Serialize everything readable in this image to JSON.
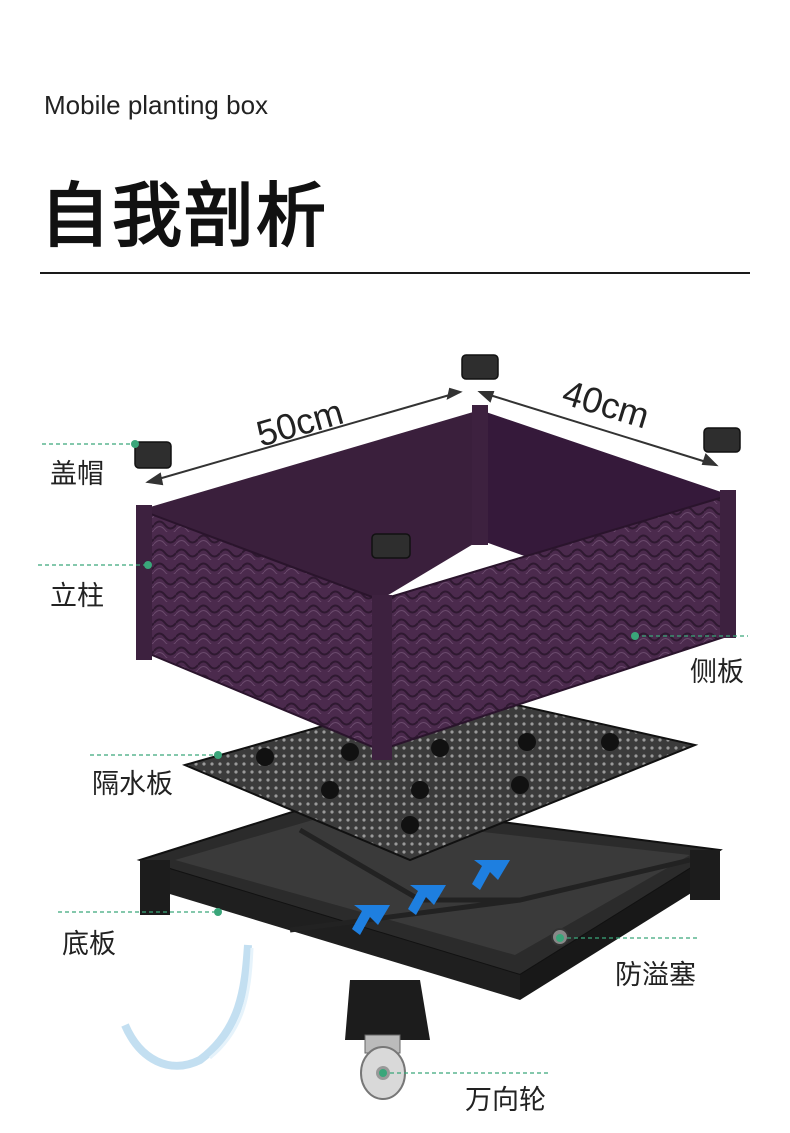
{
  "header": {
    "subtitle": "Mobile planting box",
    "title": "自我剖析"
  },
  "dimensions": {
    "length": "50cm",
    "width": "40cm"
  },
  "parts": {
    "cap": "盖帽",
    "post": "立柱",
    "side_panel": "侧板",
    "separator": "隔水板",
    "base": "底板",
    "overflow_plug": "防溢塞",
    "caster": "万向轮"
  },
  "colors": {
    "box": "#4b2a4d",
    "box_dark": "#3a1f3c",
    "tray": "#2b2b2b",
    "leader": "#3aa67a",
    "arrow": "#1e7fe0"
  }
}
